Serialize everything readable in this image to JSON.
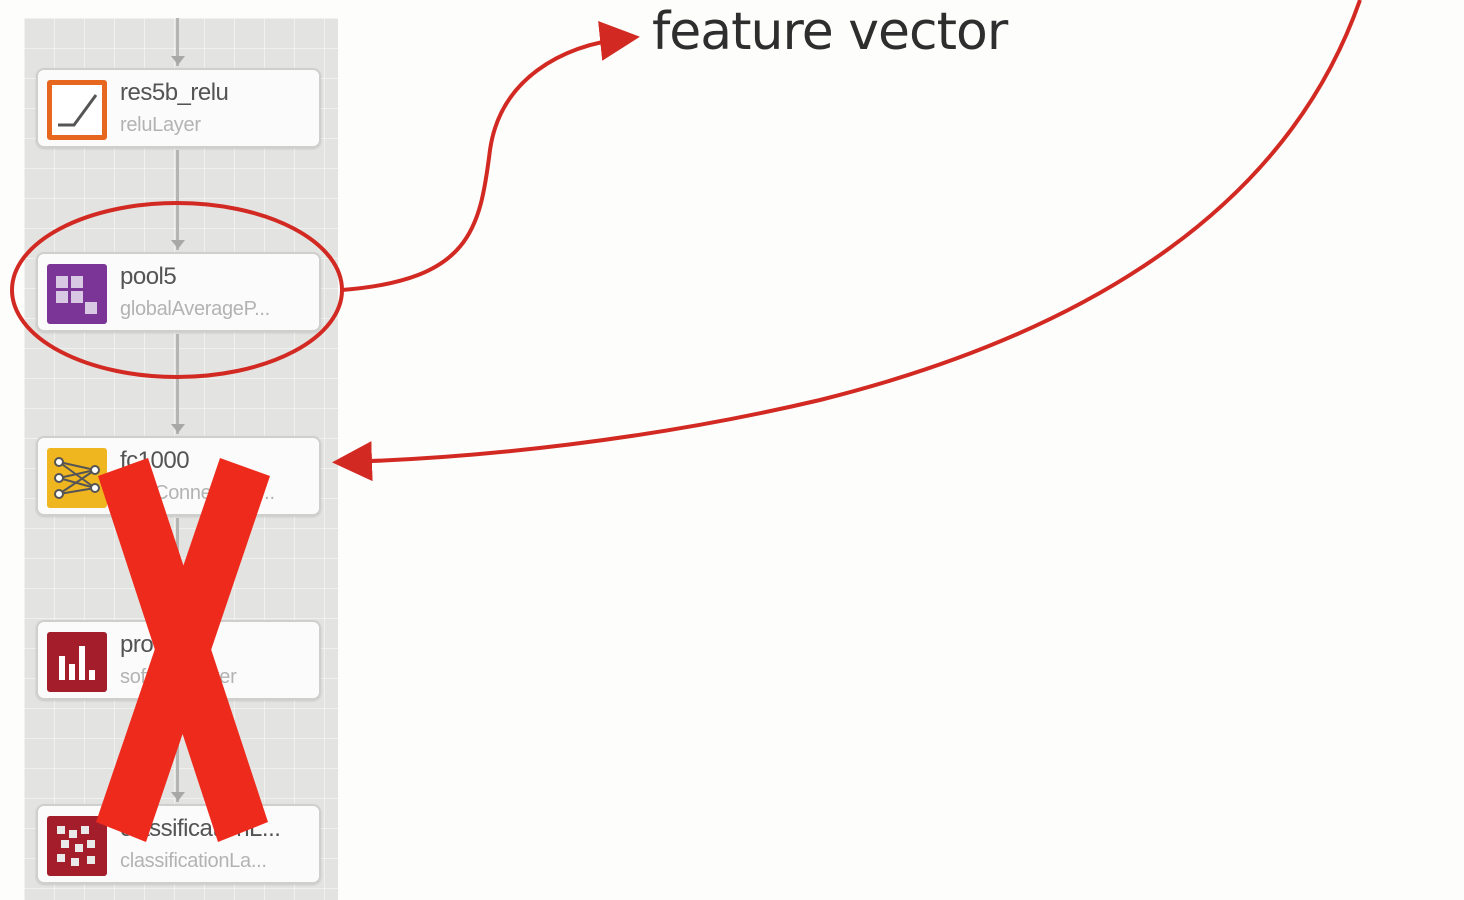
{
  "caption": "feature vector",
  "layers": [
    {
      "name": "res5b_relu",
      "type": "reluLayer",
      "icon": "relu-icon",
      "color": "#e8671f"
    },
    {
      "name": "pool5",
      "type": "globalAverageP...",
      "icon": "pooling-icon",
      "color": "#7a3596"
    },
    {
      "name": "fc1000",
      "type": "fullyConnectedL...",
      "icon": "fully-connected-icon",
      "color": "#f0b620"
    },
    {
      "name": "prob",
      "type": "softmaxLayer",
      "icon": "softmax-icon",
      "color": "#a31d2b"
    },
    {
      "name": "classificationL...",
      "type": "classificationLa...",
      "icon": "classification-icon",
      "color": "#a31d2b"
    }
  ],
  "annotation_colors": {
    "stroke": "#d22a22",
    "cross": "#ee2a1c"
  }
}
